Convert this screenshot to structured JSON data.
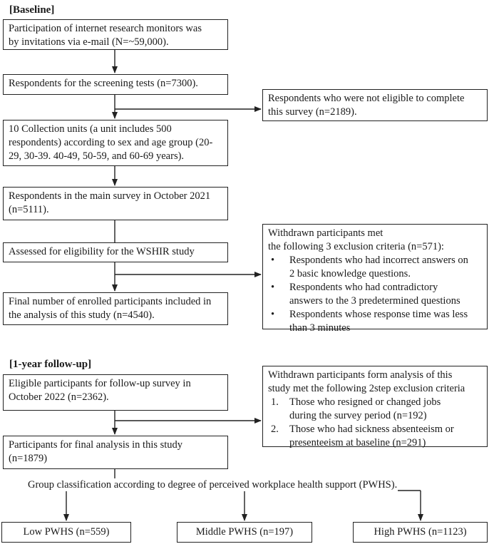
{
  "baseline_heading": "[Baseline]",
  "followup_heading": "[1-year follow-up]",
  "boxes": {
    "invitation": [
      "Participation of internet research monitors was",
      "by invitations via e-mail (N=~59,000)."
    ],
    "screening": [
      "Respondents for the screening tests (n=7300)."
    ],
    "not_eligible": [
      "Respondents who were not eligible to complete",
      "this survey (n=2189)."
    ],
    "collection_units": [
      "10 Collection units (a unit includes 500",
      "respondents) according to sex and age group (20-",
      "29, 30-39. 40-49, 50-59, and 60-69 years)."
    ],
    "main_survey": [
      "Respondents in the main survey in October 2021",
      "(n=5111)."
    ],
    "assessed": [
      "Assessed for eligibility for the WSHIR study"
    ],
    "enrolled": [
      "Final number of enrolled participants included in",
      "the analysis of this study (n=4540)."
    ],
    "eligible_followup": [
      "Eligible participants for follow-up survey in",
      "October 2022 (n=2362)."
    ],
    "final_analysis": [
      "Participants for final analysis in this study",
      "(n=1879)"
    ]
  },
  "withdrawn_baseline": {
    "title": [
      "Withdrawn participants met",
      "the following 3 exclusion criteria (n=571):"
    ],
    "bullet_symbol": "•",
    "items": [
      [
        "Respondents who had incorrect answers on",
        "2 basic knowledge questions."
      ],
      [
        "Respondents who had contradictory",
        "answers to the 3 predetermined questions"
      ],
      [
        "Respondents whose response time was less",
        "than 3 minutes"
      ]
    ]
  },
  "withdrawn_followup": {
    "title": [
      "Withdrawn participants form analysis of this",
      "study met the following 2step exclusion criteria"
    ],
    "items": [
      {
        "marker": "1.",
        "lines": [
          "Those who resigned or changed jobs",
          "during the survey period (n=192)"
        ]
      },
      {
        "marker": "2.",
        "lines": [
          "Those who had sickness absenteeism or",
          "presenteeism at baseline (n=291)"
        ]
      }
    ]
  },
  "classification_text": "Group classification according to degree of perceived workplace health support (PWHS).",
  "groups": {
    "low": "Low PWHS (n=559)",
    "middle": "Middle PWHS (n=197)",
    "high": "High PWHS (n=1123)"
  }
}
